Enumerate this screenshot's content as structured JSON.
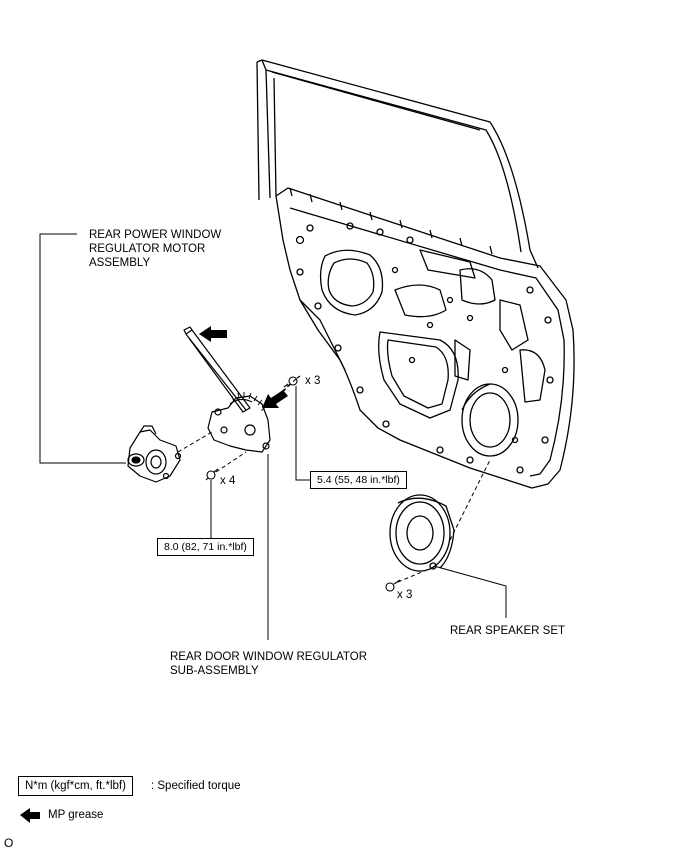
{
  "labels": {
    "motor": "REAR POWER WINDOW\nREGULATOR MOTOR\nASSEMBLY",
    "regulator": "REAR DOOR WINDOW REGULATOR\nSUB-ASSEMBLY",
    "speaker": "REAR SPEAKER SET"
  },
  "torques": {
    "regulator_bolts": "5.4 (55, 48 in.*lbf)",
    "motor_bolts": "8.0 (82, 71 in.*lbf)"
  },
  "quantities": {
    "regulator_bolts": "x 3",
    "motor_bolts": "x 4",
    "speaker_bolts": "x 3"
  },
  "legend": {
    "torque_unit": "N*m (kgf*cm, ft.*lbf)",
    "torque_desc": ": Specified torque",
    "grease_desc": "MP grease",
    "grease_icon": "arrow-left-icon"
  },
  "figure_code": "O"
}
